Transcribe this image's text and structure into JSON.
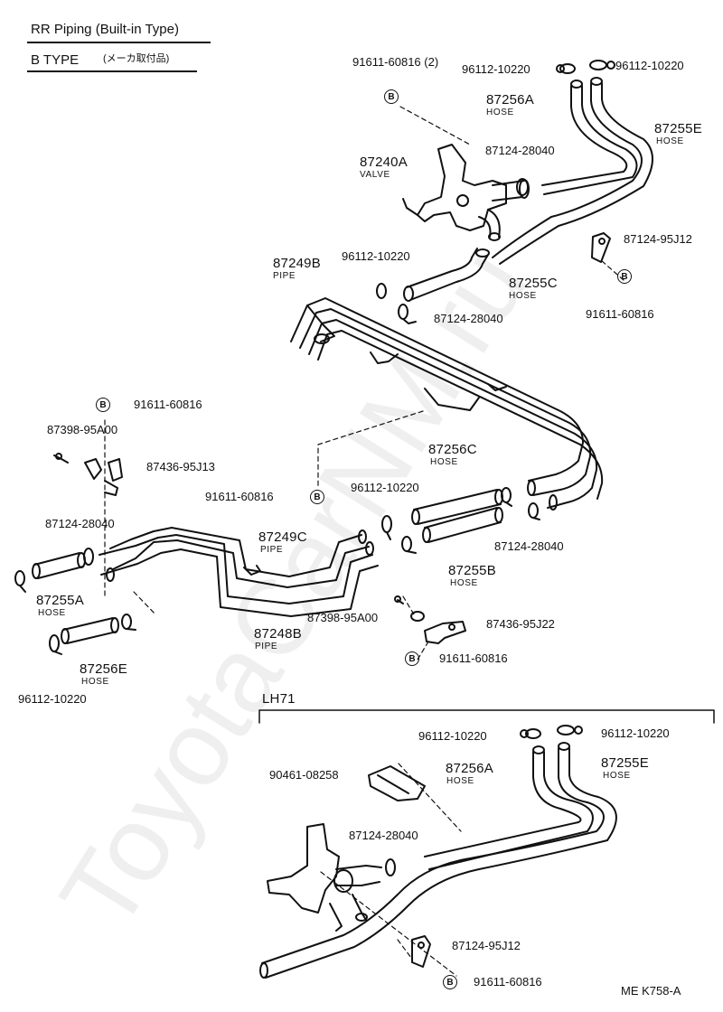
{
  "header": {
    "title": "RR Piping (Built-in Type)",
    "type_label": "B  TYPE",
    "type_note": "(メーカ取付品)"
  },
  "bolt_symbol": "B",
  "hose_word": "HOSE",
  "pipe_word": "PIPE",
  "valve_word": "VALVE",
  "parts": {
    "p91611_60816_2": "91611-60816 (2)",
    "p96112_tl": "96112-10220",
    "p96112_tr": "96112-10220",
    "p87256A_top": "87256A",
    "p87255E_top": "87255E",
    "p87240A": "87240A",
    "p87124_28040_top": "87124-28040",
    "p96112_mid": "96112-10220",
    "p87249B": "87249B",
    "p87124_95J12_top": "87124-95J12",
    "p87255C": "87255C",
    "p87124_28040_mid": "87124-28040",
    "p91611_60816_right": "91611-60816",
    "p91611_60816_left": "91611-60816",
    "p87398_95A00_left": "87398-95A00",
    "p87436_95J13": "87436-95J13",
    "p87256C": "87256C",
    "p91611_60816_center": "91611-60816",
    "p96112_center": "96112-10220",
    "p87124_28040_left": "87124-28040",
    "p87249C": "87249C",
    "p87124_28040_right": "87124-28040",
    "p87255B": "87255B",
    "p87255A": "87255A",
    "p87398_95A00_bottom": "87398-95A00",
    "p87436_95J22": "87436-95J22",
    "p87248B": "87248B",
    "p87256E": "87256E",
    "p91611_60816_lower": "91611-60816",
    "p96112_bottom_left": "96112-10220"
  },
  "lh71": {
    "section_label": "LH71",
    "p96112_left": "96112-10220",
    "p96112_right": "96112-10220",
    "p87256A": "87256A",
    "p87255E": "87255E",
    "p90461_08258": "90461-08258",
    "p87124_28040": "87124-28040",
    "p87124_95J12": "87124-95J12",
    "p91611_60816": "91611-60816"
  },
  "footer": {
    "code": "ME  K758-A"
  },
  "watermark": "ToyotaCarNM.ru"
}
